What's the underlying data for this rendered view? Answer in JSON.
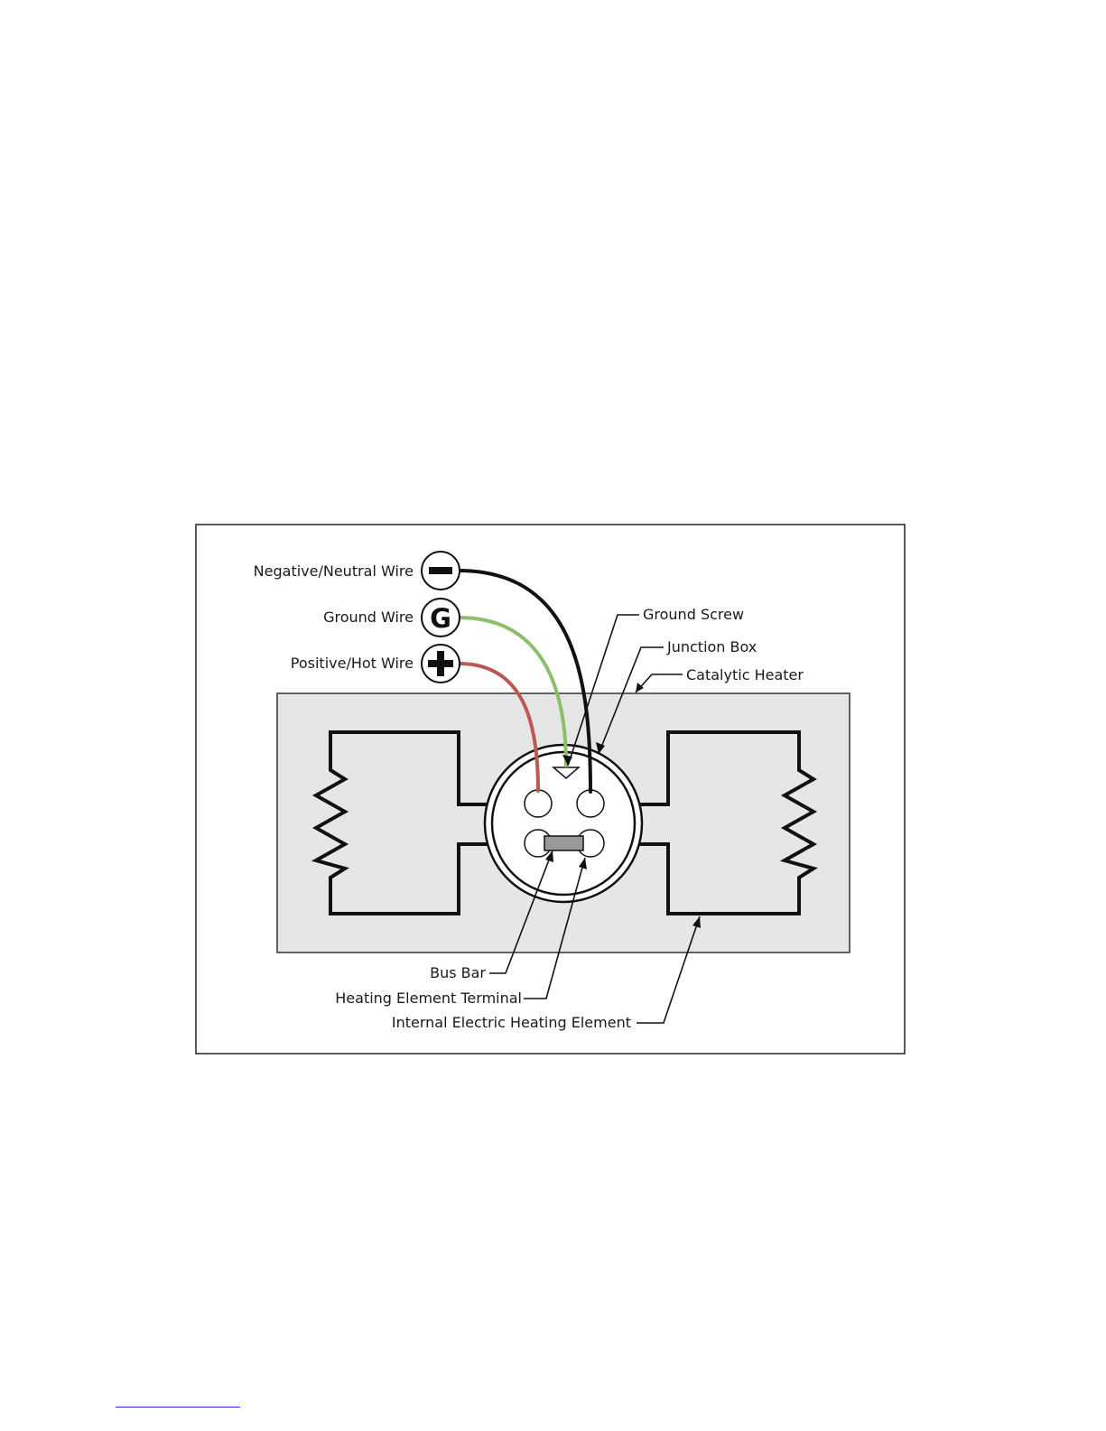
{
  "figure": {
    "labels": {
      "negative_wire": "Negative/Neutral Wire",
      "ground_wire": "Ground Wire",
      "positive_wire": "Positive/Hot Wire",
      "ground_screw": "Ground Screw",
      "junction_box": "Junction Box",
      "catalytic_heater": "Catalytic Heater",
      "bus_bar": "Bus Bar",
      "heating_element_terminal": "Heating Element Terminal",
      "internal_heating_element": "Internal Electric Heating Element"
    },
    "symbols": {
      "negative": "minus-icon",
      "ground": "G",
      "positive": "plus-icon"
    },
    "colors": {
      "negative_wire": "#111111",
      "ground_wire": "#8bbf6a",
      "positive_wire": "#b85a52",
      "heater_fill": "#e6e6e6",
      "bus_bar_fill": "#999999"
    }
  }
}
